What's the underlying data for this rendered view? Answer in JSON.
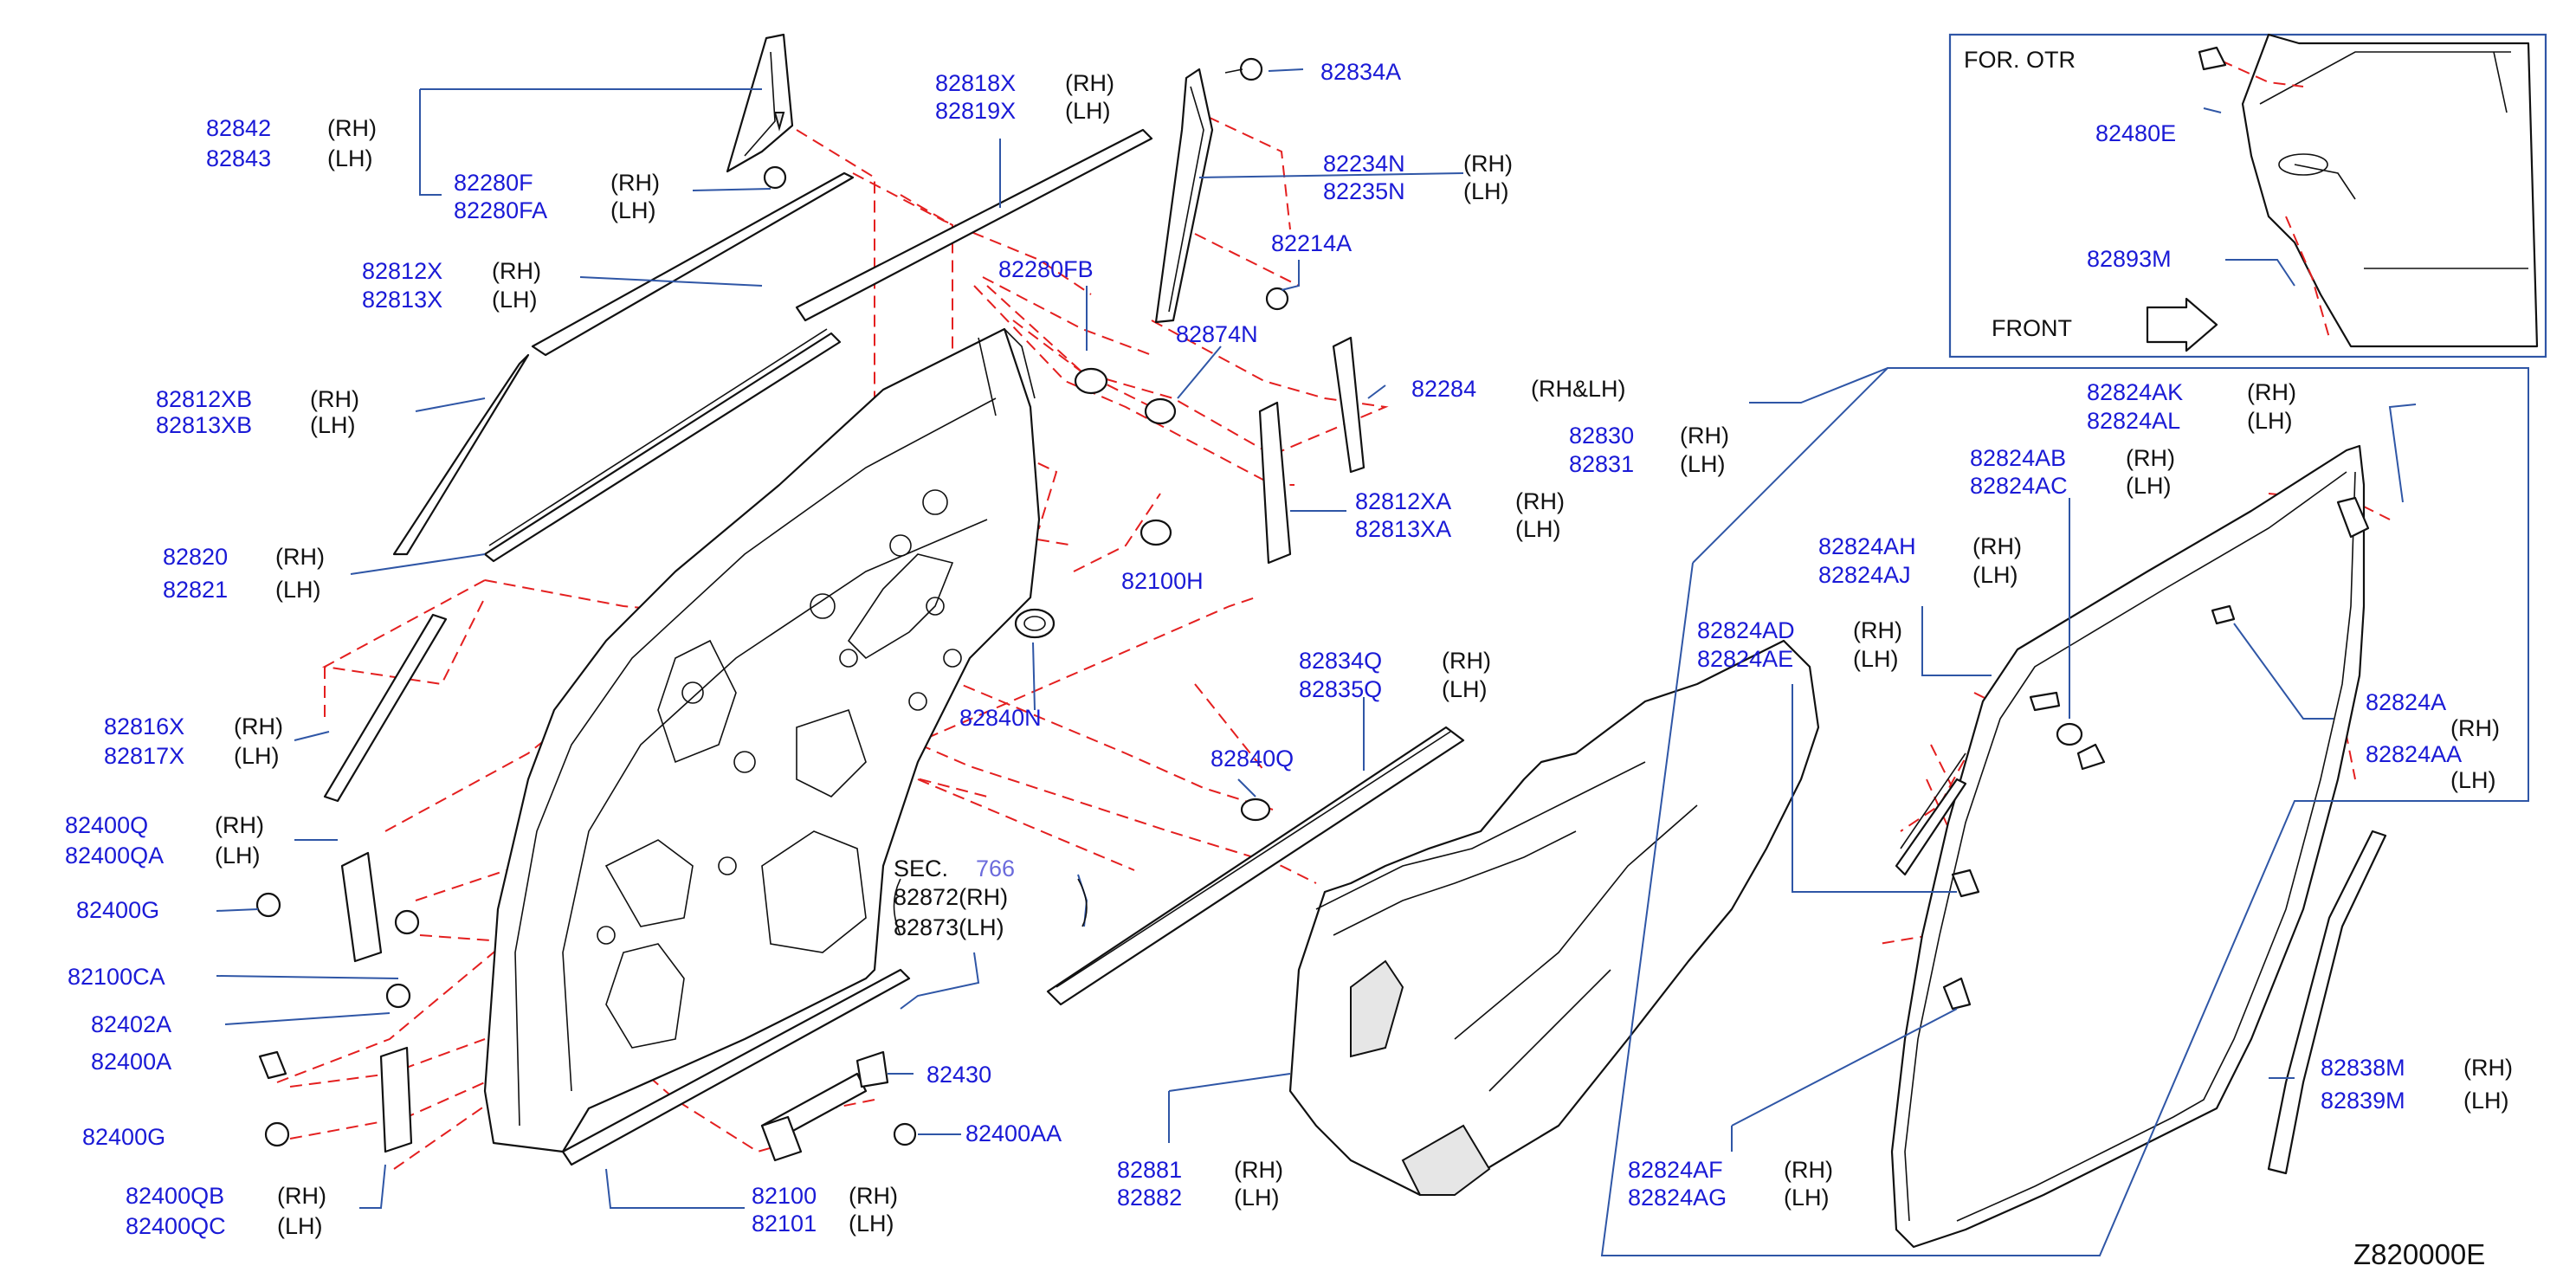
{
  "diagram_code": "Z820000E",
  "callouts": [
    {
      "lines": [
        "82842",
        "82843"
      ],
      "sides": [
        "(RH)",
        "(LH)"
      ]
    },
    {
      "lines": [
        "82280F",
        "82280FA"
      ],
      "sides": [
        "(RH)",
        "(LH)"
      ]
    },
    {
      "lines": [
        "82818X",
        "82819X"
      ],
      "sides": [
        "(RH)",
        "(LH)"
      ]
    },
    {
      "lines": [
        "82834A"
      ],
      "sides": []
    },
    {
      "lines": [
        "82234N",
        "82235N"
      ],
      "sides": [
        "(RH)",
        "(LH)"
      ]
    },
    {
      "lines": [
        "82812X",
        "82813X"
      ],
      "sides": [
        "(RH)",
        "(LH)"
      ]
    },
    {
      "lines": [
        "82214A"
      ],
      "sides": []
    },
    {
      "lines": [
        "82280FB"
      ],
      "sides": []
    },
    {
      "lines": [
        "82874N"
      ],
      "sides": []
    },
    {
      "lines": [
        "82812XB",
        "82813XB"
      ],
      "sides": [
        "(RH)",
        "(LH)"
      ]
    },
    {
      "lines": [
        "82284"
      ],
      "sides": [
        "(RH&LH)"
      ]
    },
    {
      "lines": [
        "82830",
        "82831"
      ],
      "sides": [
        "(RH)",
        "(LH)"
      ]
    },
    {
      "lines": [
        "82812XA",
        "82813XA"
      ],
      "sides": [
        "(RH)",
        "(LH)"
      ]
    },
    {
      "lines": [
        "82820",
        "82821"
      ],
      "sides": [
        "(RH)",
        "(LH)"
      ]
    },
    {
      "lines": [
        "82100H"
      ],
      "sides": []
    },
    {
      "lines": [
        "82840N"
      ],
      "sides": []
    },
    {
      "lines": [
        "82834Q",
        "82835Q"
      ],
      "sides": [
        "(RH)",
        "(LH)"
      ]
    },
    {
      "lines": [
        "82816X",
        "82817X"
      ],
      "sides": [
        "(RH)",
        "(LH)"
      ]
    },
    {
      "lines": [
        "82840Q"
      ],
      "sides": []
    },
    {
      "lines": [
        "82400Q",
        "82400QA"
      ],
      "sides": [
        "(RH)",
        "(LH)"
      ]
    },
    {
      "lines": [
        "82400G"
      ],
      "sides": []
    },
    {
      "lines": [
        "82100CA"
      ],
      "sides": []
    },
    {
      "lines": [
        "82402A"
      ],
      "sides": []
    },
    {
      "lines": [
        "82400A"
      ],
      "sides": []
    },
    {
      "lines": [
        "82430"
      ],
      "sides": []
    },
    {
      "lines": [
        "82400G"
      ],
      "sides": []
    },
    {
      "lines": [
        "82400AA"
      ],
      "sides": []
    },
    {
      "lines": [
        "82881",
        "82882"
      ],
      "sides": [
        "(RH)",
        "(LH)"
      ]
    },
    {
      "lines": [
        "82400QB",
        "82400QC"
      ],
      "sides": [
        "(RH)",
        "(LH)"
      ]
    },
    {
      "lines": [
        "82100",
        "82101"
      ],
      "sides": [
        "(RH)",
        "(LH)"
      ]
    },
    {
      "lines": [
        "82824AK",
        "82824AL"
      ],
      "sides": [
        "(RH)",
        "(LH)"
      ]
    },
    {
      "lines": [
        "82824AB",
        "82824AC"
      ],
      "sides": [
        "(RH)",
        "(LH)"
      ]
    },
    {
      "lines": [
        "82824AH",
        "82824AJ"
      ],
      "sides": [
        "(RH)",
        "(LH)"
      ]
    },
    {
      "lines": [
        "82824AD",
        "82824AE"
      ],
      "sides": [
        "(RH)",
        "(LH)"
      ]
    },
    {
      "lines": [
        "82824A",
        "82824AA"
      ],
      "sides": [
        "(RH)",
        "(LH)"
      ]
    },
    {
      "lines": [
        "82838M",
        "82839M"
      ],
      "sides": [
        "(RH)",
        "(LH)"
      ]
    },
    {
      "lines": [
        "82824AF",
        "82824AG"
      ],
      "sides": [
        "(RH)",
        "(LH)"
      ]
    }
  ],
  "sec_ref": {
    "label": "SEC.",
    "number": "766",
    "line1": "82872(RH)",
    "line2": "82873(LH)"
  },
  "inset": {
    "title": "FOR.  OTR",
    "part1": "82480E",
    "part2": "82893M",
    "front_label": "FRONT"
  }
}
